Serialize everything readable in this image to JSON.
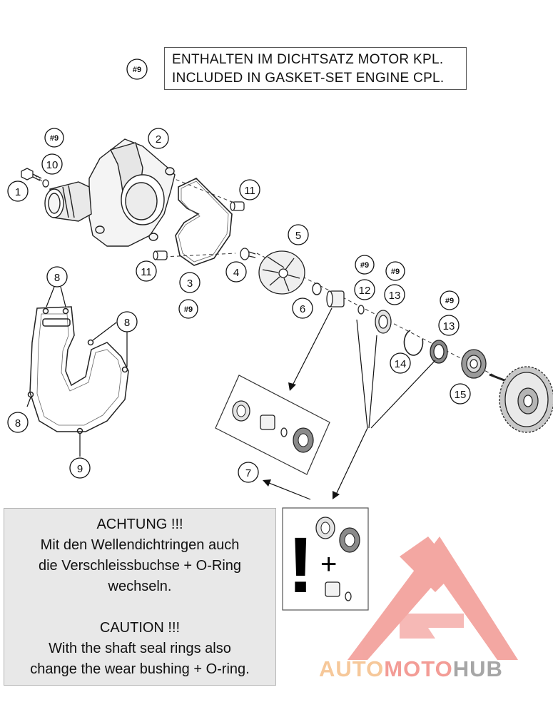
{
  "note": {
    "ref": "#9",
    "line_de": "ENTHALTEN IM DICHTSATZ MOTOR KPL.",
    "line_en": "INCLUDED IN GASKET-SET ENGINE CPL."
  },
  "callouts": [
    "1",
    "2",
    "3",
    "4",
    "5",
    "6",
    "7",
    "8",
    "9",
    "10",
    "11",
    "12",
    "13",
    "14",
    "15"
  ],
  "kit_ref": "#9",
  "caution": {
    "title_de": "ACHTUNG !!!",
    "line1_de": "Mit den Wellendichtringen auch",
    "line2_de": "die Verschleissbuchse + O-Ring",
    "line3_de": "wechseln.",
    "title_en": "CAUTION !!!",
    "line1_en": "With the shaft seal rings also",
    "line2_en": "change the wear bushing + O-ring."
  },
  "kit_panel": {
    "exclaim": "!",
    "plus": "+"
  },
  "watermark": {
    "part1": "AUTO",
    "part2": "MOTO",
    "part3": "HUB"
  },
  "colors": {
    "line": "#222222",
    "caution_bg": "#e8e8e8",
    "watermark_red": "#f08a84",
    "watermark_orange": "#f6c89a",
    "watermark_gray": "#a6a6a6"
  }
}
